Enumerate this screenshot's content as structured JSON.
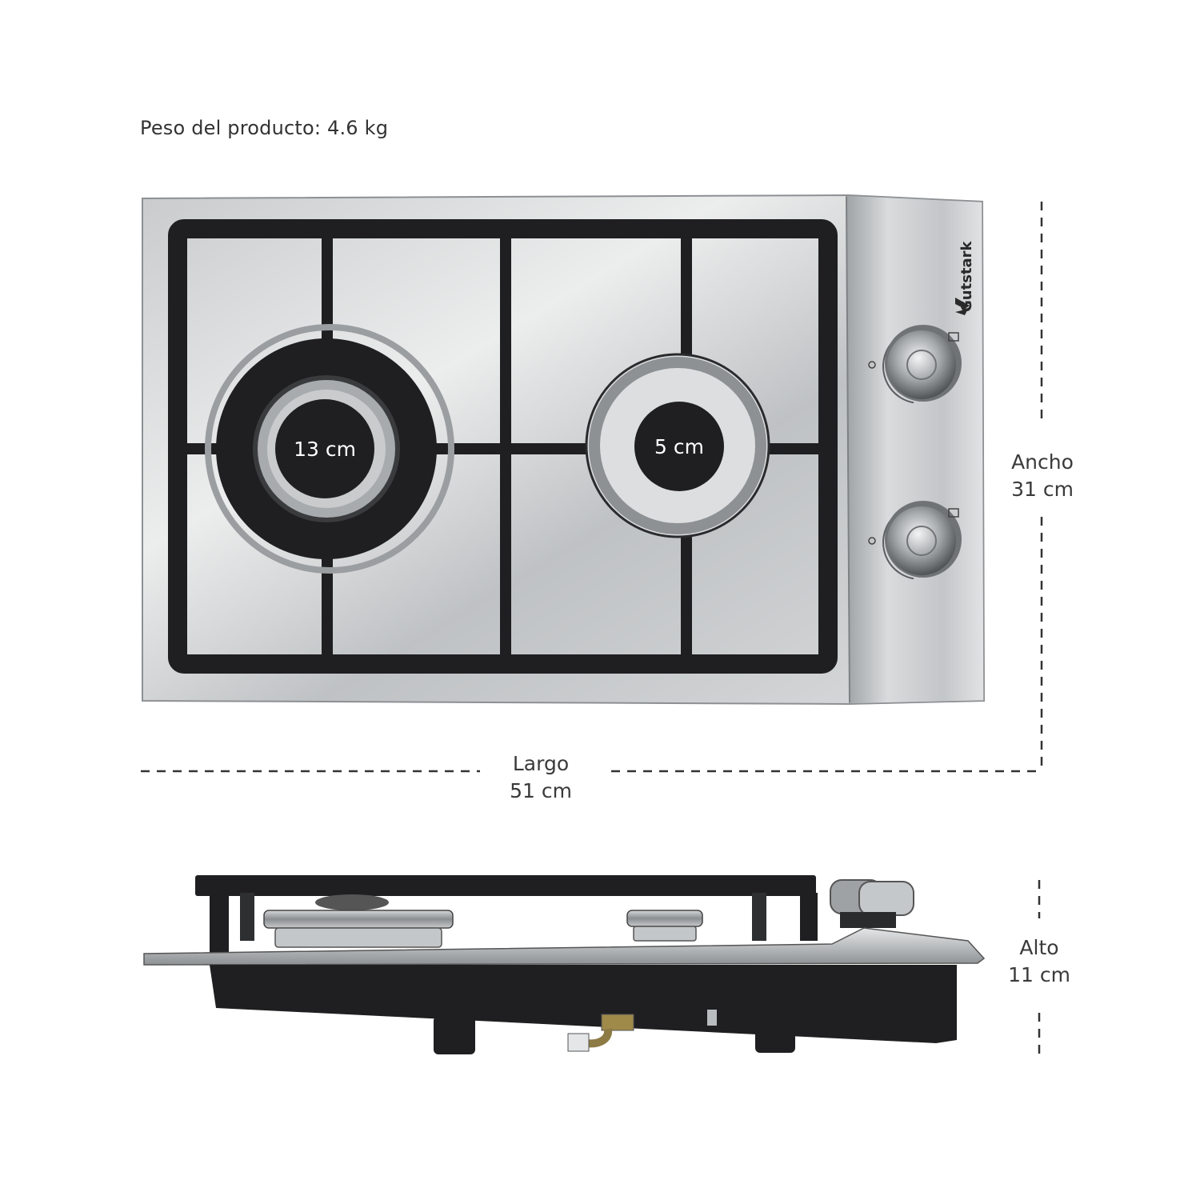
{
  "weight_text": "Peso del producto: 4.6 kg",
  "brand": "Gutstark",
  "burners": {
    "large": "13 cm",
    "small": "5 cm"
  },
  "dimensions": {
    "ancho_label": "Ancho",
    "ancho_value": "31 cm",
    "largo_label": "Largo",
    "largo_value": "51 cm",
    "alto_label": "Alto",
    "alto_value": "11 cm"
  },
  "colors": {
    "steel": "#b9bcbe",
    "cast_iron": "#1f1f21",
    "text": "#3a3a3a"
  }
}
